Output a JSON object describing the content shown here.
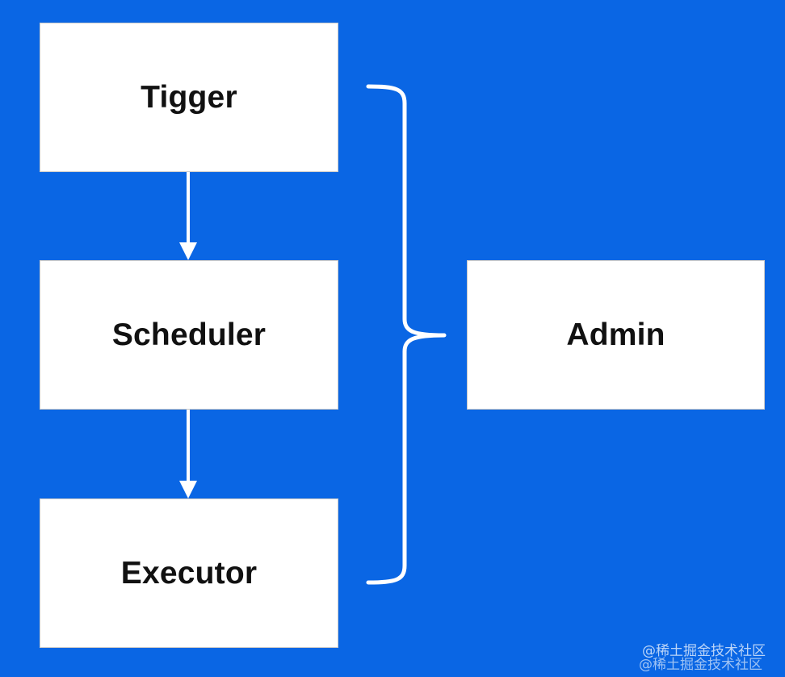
{
  "diagram": {
    "nodes": {
      "trigger": "Tigger",
      "scheduler": "Scheduler",
      "executor": "Executor",
      "admin": "Admin"
    },
    "watermark": "@稀土掘金技术社区"
  },
  "colors": {
    "background": "#0a66e4",
    "node_fill": "#ffffff",
    "node_text": "#111111",
    "connector": "#ffffff"
  }
}
